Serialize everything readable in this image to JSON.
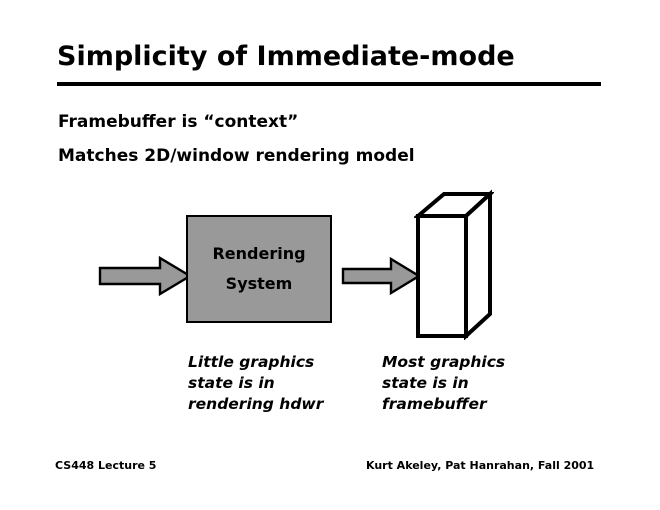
{
  "slide": {
    "title": "Simplicity of Immediate-mode",
    "bullets": [
      "Framebuffer is “context”",
      "Matches 2D/window rendering model"
    ],
    "diagram": {
      "box": {
        "lines": [
          "Rendering",
          "System"
        ],
        "fill_color": "#999999",
        "stroke_color": "#000000"
      },
      "arrows": [
        {
          "name": "input-arrow",
          "fill_color": "#999999",
          "stroke_color": "#000000",
          "direction": "right"
        },
        {
          "name": "output-arrow",
          "fill_color": "#999999",
          "stroke_color": "#000000",
          "direction": "right"
        }
      ],
      "cube": {
        "name": "framebuffer-cube",
        "fill_color": "#ffffff",
        "stroke_color": "#000000"
      },
      "captions": {
        "left": [
          "Little graphics",
          "state is in",
          "rendering hdwr"
        ],
        "right": [
          "Most graphics",
          "state is in",
          "framebuffer"
        ]
      }
    },
    "footer": {
      "left": "CS448 Lecture 5",
      "right": "Kurt Akeley, Pat Hanrahan, Fall 2001"
    }
  }
}
